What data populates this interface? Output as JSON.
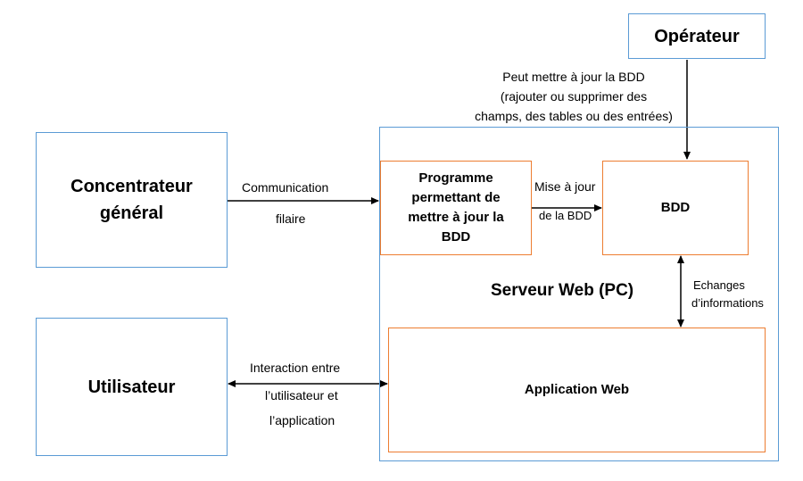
{
  "nodes": {
    "operateur": "Opérateur",
    "concentrateur_line1": "Concentrateur",
    "concentrateur_line2": "général",
    "utilisateur": "Utilisateur",
    "serveur": "Serveur Web (PC)",
    "programme_lines": [
      "Programme",
      "permettant de",
      "mettre à jour la",
      "BDD"
    ],
    "bdd": "BDD",
    "application": "Application Web"
  },
  "labels": {
    "operateur_note": [
      "Peut mettre à jour la BDD",
      "(rajouter ou supprimer des",
      "champs, des tables ou des entrées)"
    ],
    "communication": "Communication",
    "filaire": "filaire",
    "mise_a_jour_1": "Mise à jour",
    "mise_a_jour_2": "de la  BDD",
    "echanges_1": "Echanges",
    "echanges_2": "d’informations",
    "interaction_1": "Interaction entre",
    "interaction_2": "l’utilisateur et",
    "interaction_3": "l’application"
  },
  "colors": {
    "blue_border": "#5b9bd5",
    "orange_border": "#ed7d31",
    "arrow": "#000000"
  }
}
